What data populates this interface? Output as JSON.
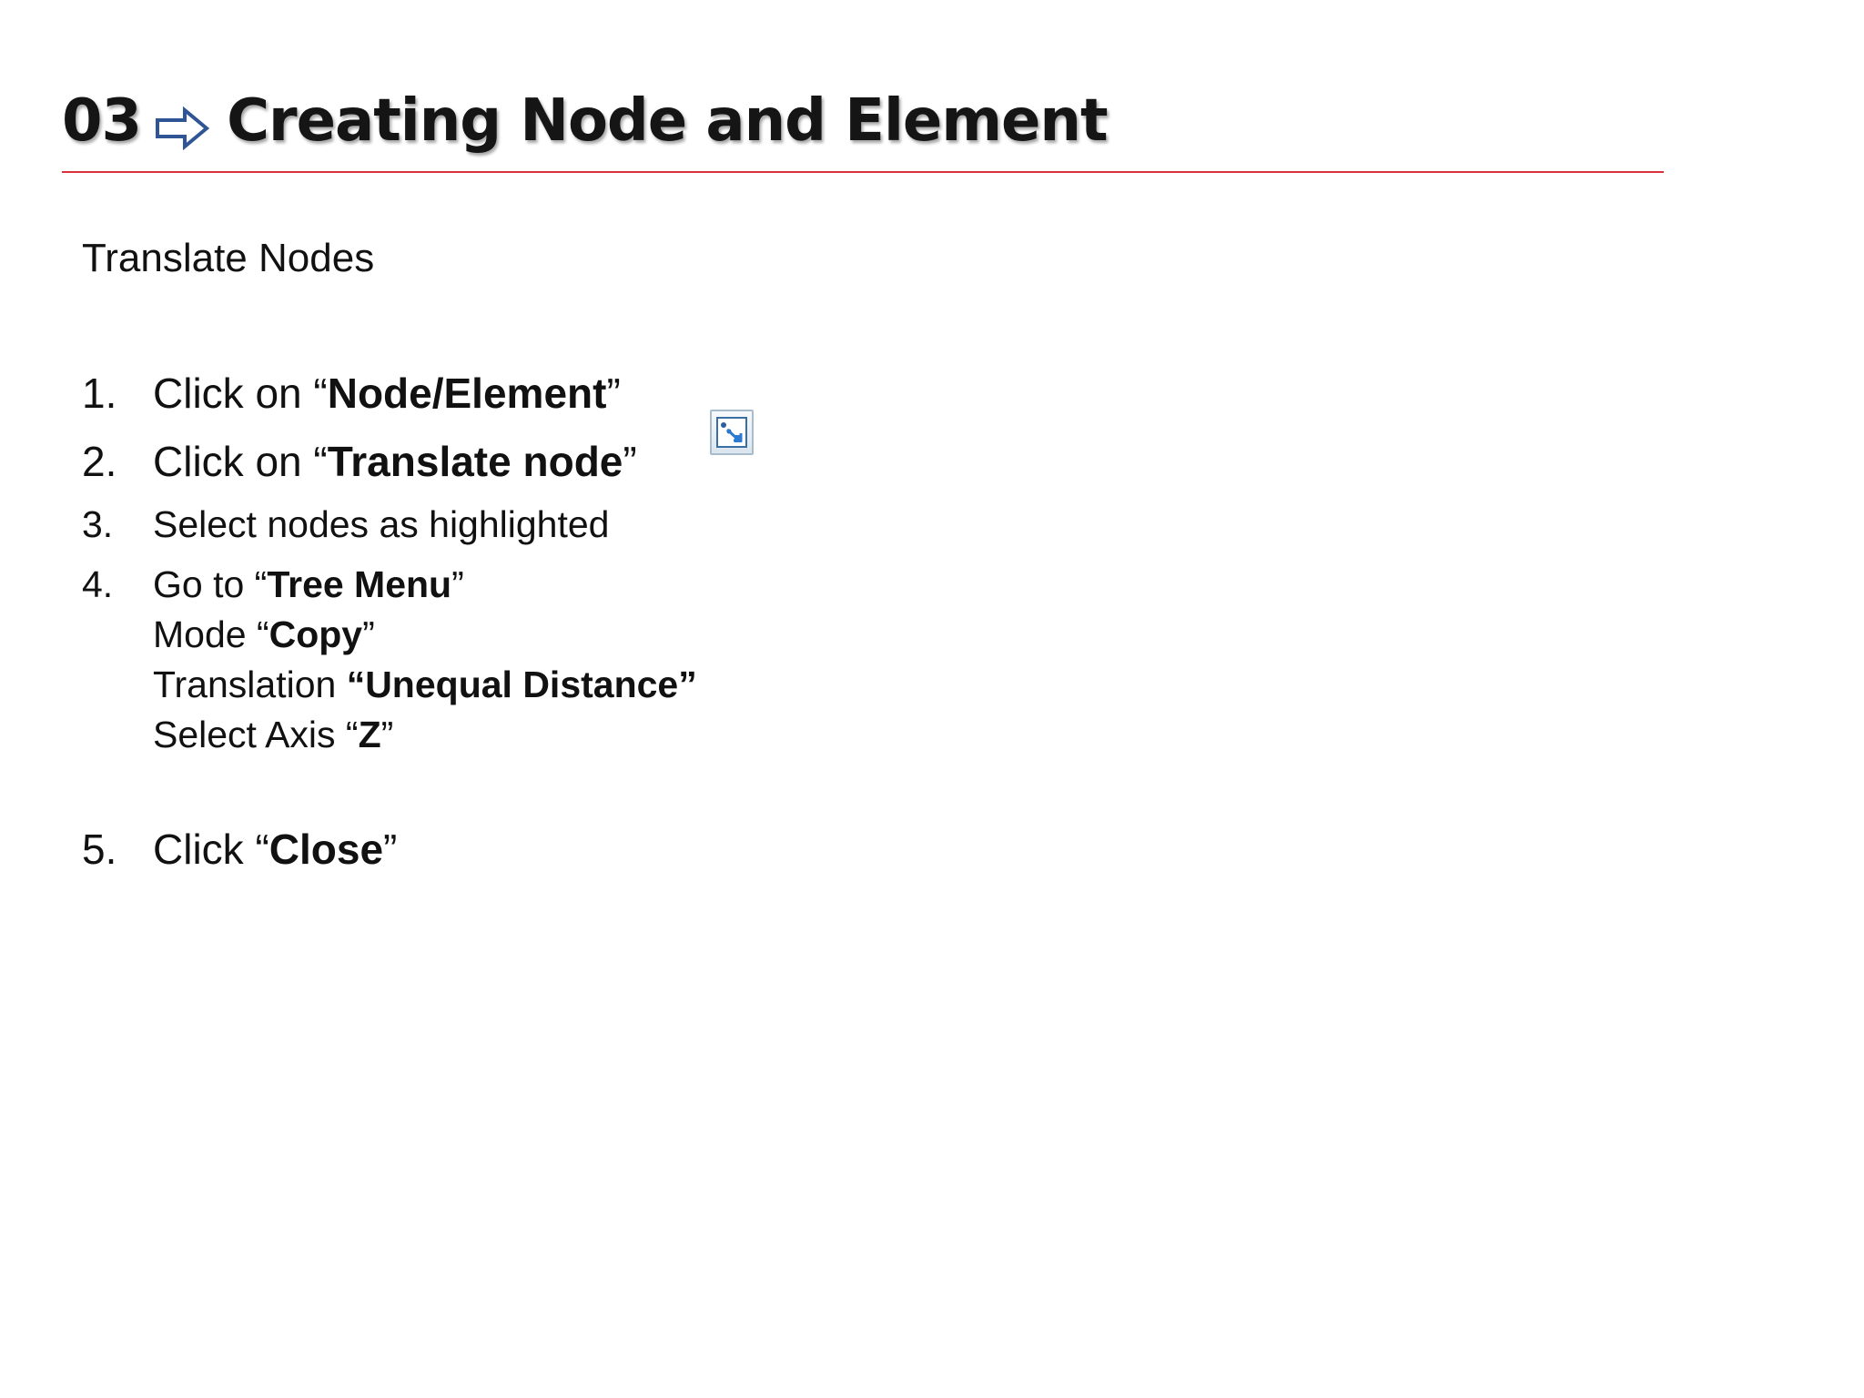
{
  "header": {
    "number": "03",
    "arrow_icon": "right-arrow-outline-icon",
    "title": "Creating Node and Element",
    "rule_color": "#d9303a"
  },
  "subheading": "Translate Nodes",
  "steps": [
    {
      "num": "1.",
      "pre": "Click on “",
      "bold": "Node/Element",
      "post": "”"
    },
    {
      "num": "2.",
      "pre": "Click on “",
      "bold": "Translate node",
      "post": "”"
    },
    {
      "num": "3.",
      "text": "Select nodes as highlighted"
    },
    {
      "num": "4.",
      "lines": [
        {
          "pre": "Go to “",
          "bold": "Tree Menu",
          "post": "”"
        },
        {
          "pre": "Mode “",
          "bold": "Copy",
          "post": "”"
        },
        {
          "pre": "Translation ",
          "bold": "“Unequal Distance”",
          "post": ""
        },
        {
          "pre": "Select Axis “",
          "bold": "Z",
          "post": "”"
        }
      ]
    },
    {
      "num": "5.",
      "pre": "Click “",
      "bold": "Close",
      "post": "”"
    }
  ],
  "toolbar_icon": "translate-node-icon"
}
